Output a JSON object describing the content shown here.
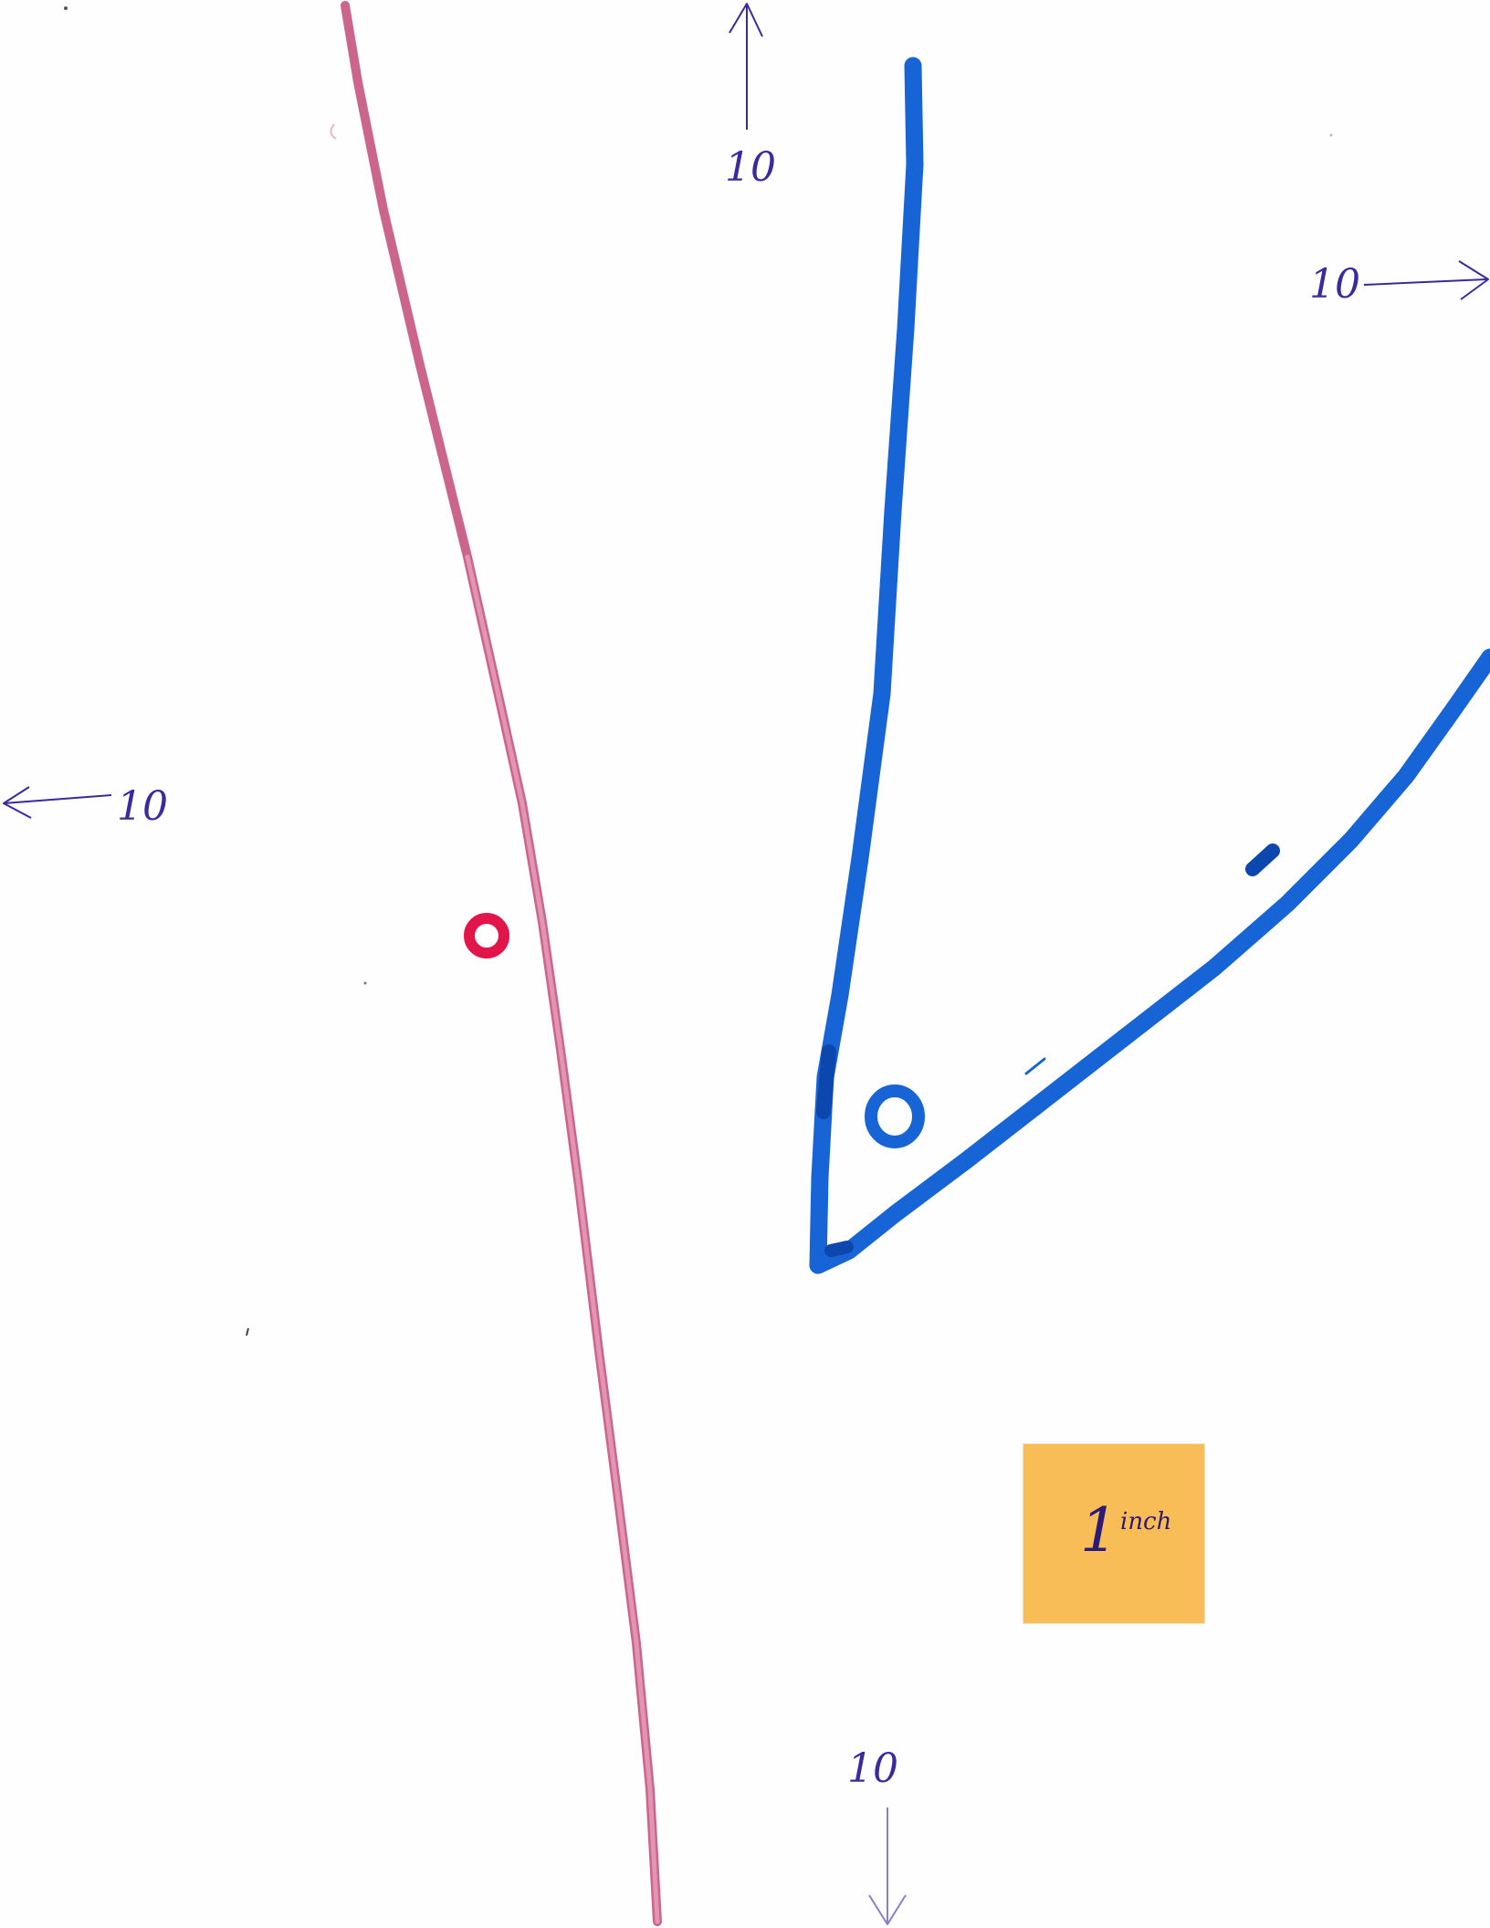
{
  "labels": {
    "top": "10",
    "right": "10",
    "left": "10",
    "bottom": "10"
  },
  "markers": {
    "red_marker": "o",
    "blue_marker": "o"
  },
  "scale_note": {
    "number": "1",
    "unit": "inch"
  },
  "colors": {
    "paper": "#fefefe",
    "ink": "#3a2a9e",
    "red_line": "#c24a78",
    "red_dot": "#e2144a",
    "blue_line": "#1764d6",
    "note": "#f9bd57",
    "note_text": "#2b1a7a"
  }
}
